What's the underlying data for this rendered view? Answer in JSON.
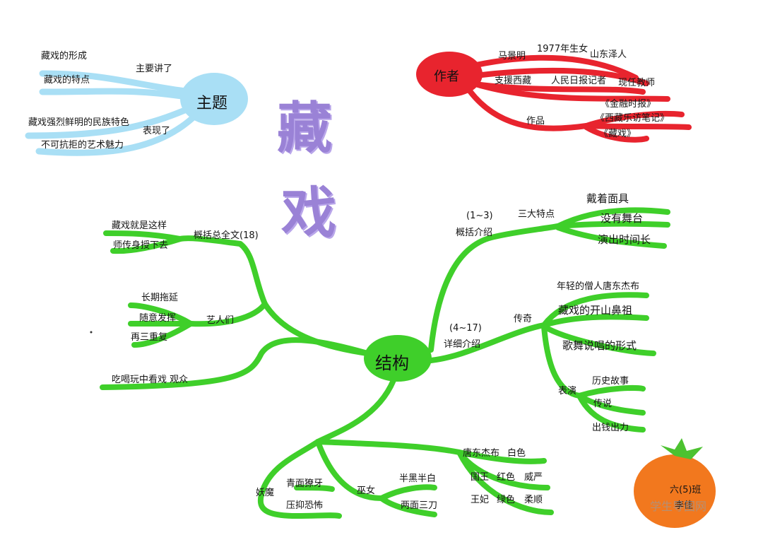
{
  "title": {
    "chars": [
      "藏",
      "戏"
    ]
  },
  "theme": {
    "hub": "主题",
    "items": [
      "藏戏的形成",
      "藏戏的特点",
      "主要讲了",
      "藏戏强烈鲜明的民族特色",
      "表现了",
      "不可抗拒的艺术魅力"
    ]
  },
  "author": {
    "hub": "作者",
    "items": [
      "马景明",
      "1977年生女",
      "山东泽人",
      "支援西藏",
      "人民日报记者",
      "现任教师",
      "作品",
      "《金融时报》",
      "《西藏乐访笔记》",
      "《藏戏》"
    ]
  },
  "structure": {
    "hub": "结构",
    "left_top": [
      "藏戏就是这样",
      "师传身授下去",
      "概括总全文(18)"
    ],
    "left_mid": [
      "艺人们",
      "长期拖延",
      "随意发挥",
      "再三重复"
    ],
    "left_bottom": "吃喝玩中看戏 观众",
    "right_top": [
      "(1~3)",
      "概括介绍",
      "三大特点",
      "戴着面具",
      "没有舞台",
      "演出时间长"
    ],
    "right_mid": [
      "(4~17)",
      "详细介绍",
      "传奇",
      "年轻的僧人唐东杰布",
      "藏戏的开山鼻祖",
      "歌舞说唱的形式"
    ],
    "right_perf": [
      "表演",
      "历史故事",
      "传说",
      "出钱出力"
    ],
    "bottom": [
      "妖魔",
      "青面獠牙",
      "压抑恐怖",
      "巫女",
      "半黑半白",
      "两面三刀",
      "唐东杰布",
      "白色",
      "国王",
      "红色",
      "威严",
      "王妃",
      "绿色",
      "柔顺"
    ]
  },
  "signature": [
    "六(5)班",
    "李佳"
  ],
  "watermark": "学生导图网",
  "colors": {
    "green": "#3fcf2a",
    "red": "#e8242e",
    "blue": "#a9dff5",
    "purple": "#9a82d6",
    "orange": "#f2781e",
    "leaf": "#4cc230"
  }
}
